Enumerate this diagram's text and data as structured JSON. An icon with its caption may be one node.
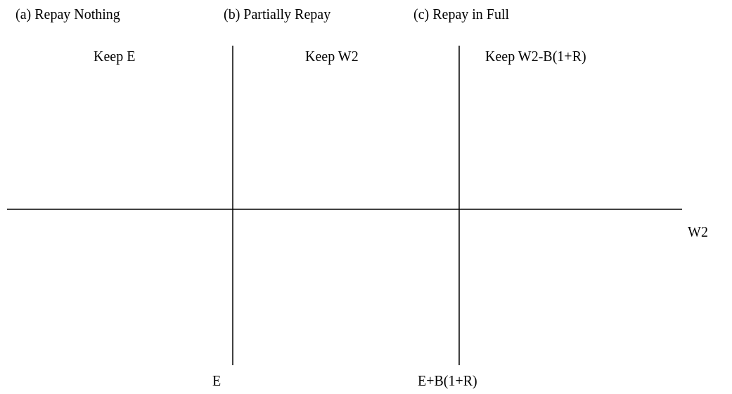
{
  "diagram": {
    "labels": [
      "(a) Repay Nothing",
      "(b) Partially Repay",
      "(c) Repay in Full",
      "Keep E",
      "Keep W2",
      "Keep W2-B(1+R)",
      "W2",
      "E",
      "E+B(1+R)"
    ]
  }
}
